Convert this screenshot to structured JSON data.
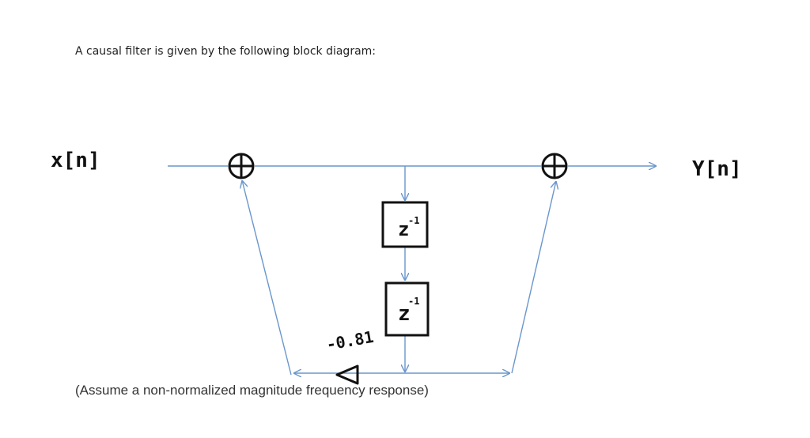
{
  "intro_text": "A causal filter is given by the following block diagram:",
  "note_text": "(Assume a non-normalized magnitude frequency response)",
  "diagram": {
    "input_label": "x[n]",
    "output_label": "Y[n]",
    "delay_label": "z",
    "delay_exponent": "-1",
    "gain_label": "-0.81",
    "colors": {
      "signal_line": "#6a96cc",
      "ink": "#111111"
    }
  }
}
